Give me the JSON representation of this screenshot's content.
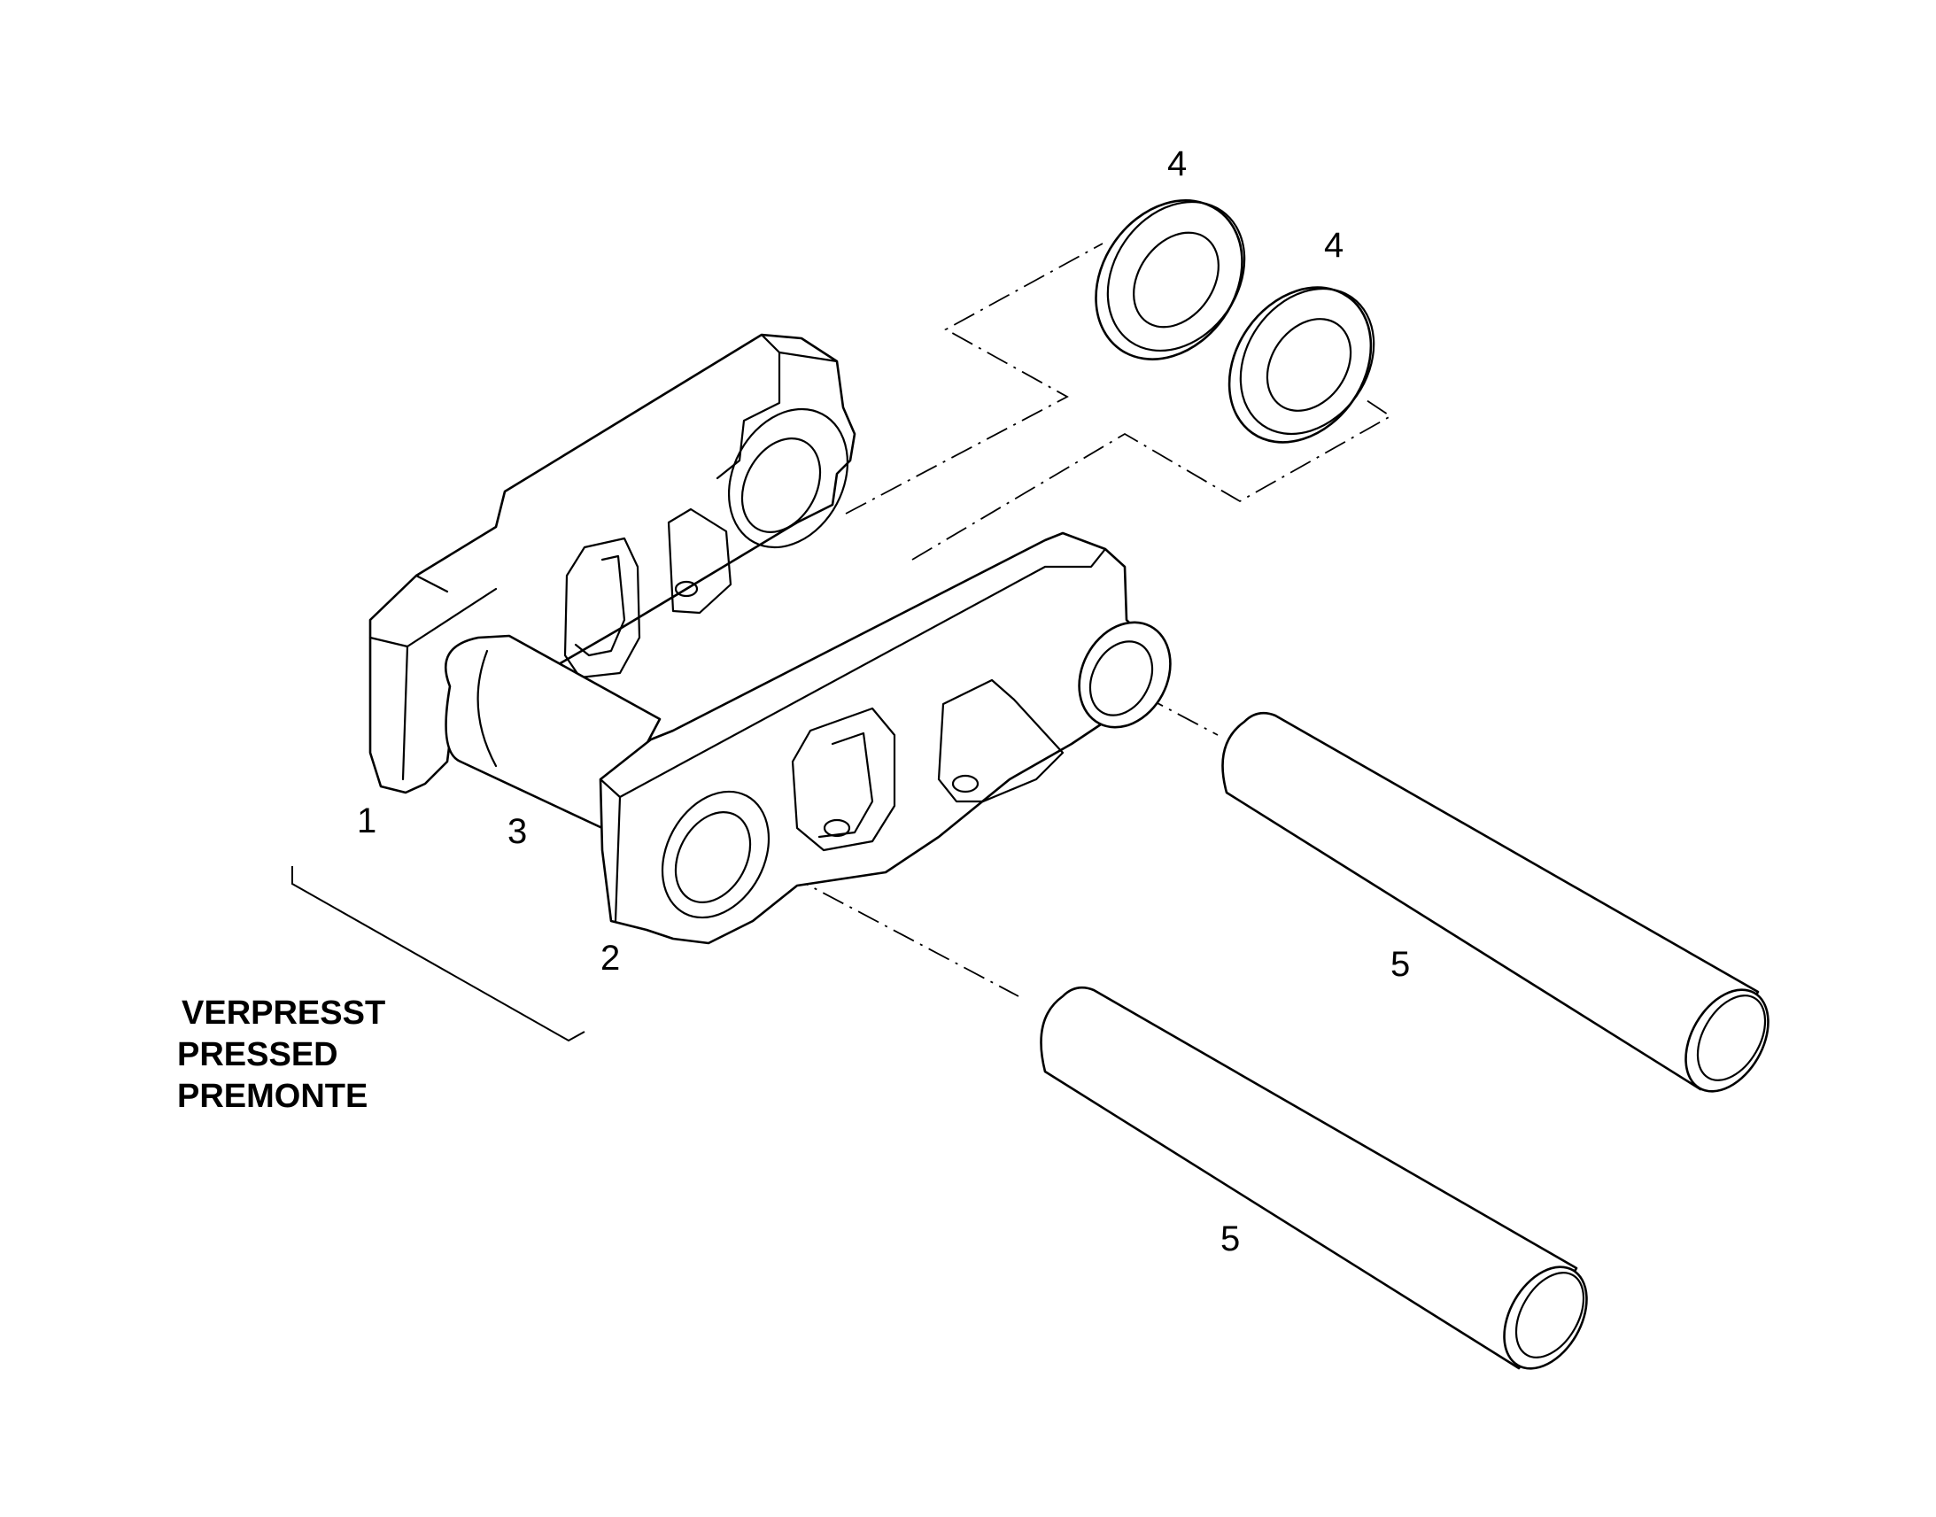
{
  "callouts": {
    "link_left": "1",
    "link_right": "2",
    "bushing": "3",
    "seal_upper": "4",
    "seal_lower": "4",
    "pin_upper": "5",
    "pin_lower": "5"
  },
  "note": {
    "line1": "VERPRESST",
    "line2": "PRESSED",
    "line3": "PREMONTE"
  }
}
